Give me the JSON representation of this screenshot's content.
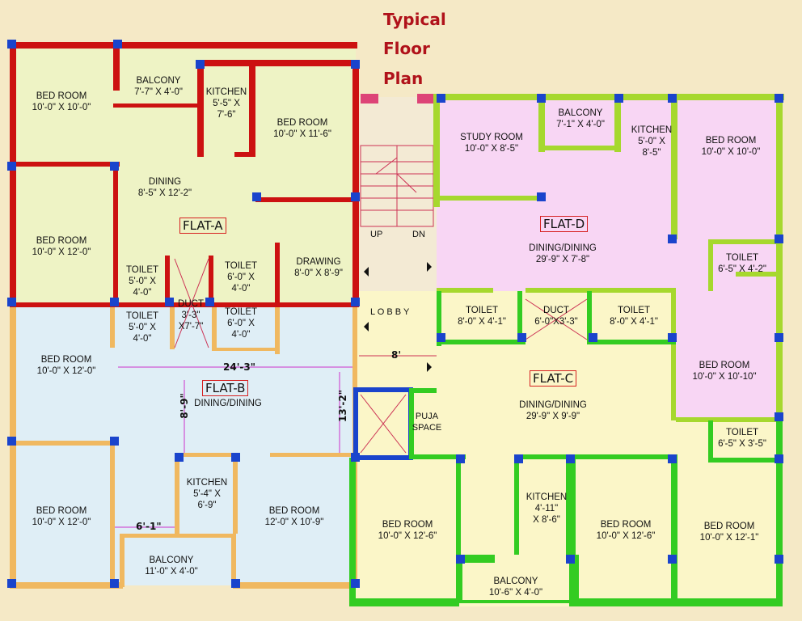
{
  "title": {
    "line1": "Typical",
    "line2": "Floor",
    "line3": "Plan"
  },
  "flats": {
    "a": "FLAT-A",
    "b": "FLAT-B",
    "c": "FLAT-C",
    "d": "FLAT-D"
  },
  "flat_a": {
    "bed1": "BED ROOM\n10'-0\" X 10'-0\"",
    "balcony": "BALCONY\n7'-7\" X 4'-0\"",
    "kitchen": "KITCHEN\n5'-5\" X\n7'-6\"",
    "bed2": "BED ROOM\n10'-0\" X 11'-6\"",
    "dining": "DINING\n8'-5\" X 12'-2\"",
    "bed3": "BED ROOM\n10'-0\" X 12'-0\"",
    "toilet1": "TOILET\n5'-0\" X\n4'-0\"",
    "toilet2": "TOILET\n6'-0\" X\n4'-0\"",
    "drawing": "DRAWING\n8'-0\" X 8'-9\""
  },
  "flat_b": {
    "toilet1": "TOILET\n5'-0\" X\n4'-0\"",
    "duct": "DUCT\n3'-3\"\nX7'-7\"",
    "toilet2": "TOILET\n6'-0\" X\n4'-0\"",
    "bed1": "BED ROOM\n10'-0\" X 12'-0\"",
    "dining": "DINING/DINING",
    "bed2": "BED ROOM\n10'-0\" X 12'-0\"",
    "kitchen": "KITCHEN\n5'-4\" X\n6'-9\"",
    "bed3": "BED ROOM\n12'-0\" X 10'-9\"",
    "balcony": "BALCONY\n11'-0\" X 4'-0\"",
    "dim_width": "24'-3\"",
    "dim_v1": "8'-9\"",
    "dim_v2": "13'-2\"",
    "dim_small": "6'-1\""
  },
  "core": {
    "up": "UP",
    "dn": "DN",
    "lobby": "L O B B Y",
    "lobby_dim": "8'",
    "puja": "PUJA\nSPACE"
  },
  "flat_d": {
    "study": "STUDY ROOM\n10'-0\" X 8'-5\"",
    "balcony": "BALCONY\n7'-1\" X 4'-0\"",
    "kitchen": "KITCHEN\n5'-0\" X\n8'-5\"",
    "bed1": "BED ROOM\n10'-0\" X 10'-0\"",
    "dining": "DINING/DINING\n29'-9\" X 7'-8\"",
    "toilet1": "TOILET\n6'-5\" X 4'-2\"",
    "bed2": "BED ROOM\n10'-0\" X 10'-10\"",
    "toilet2": "TOILET\n6'-5\" X 3'-5\""
  },
  "flat_c": {
    "toilet1": "TOILET\n8'-0\" X 4'-1\"",
    "duct": "DUCT\n6'-0\"X3'-3\"",
    "toilet2": "TOILET\n8'-0\" X 4'-1\"",
    "dining": "DINING/DINING\n29'-9\" X 9'-9\"",
    "kitchen": "KITCHEN\n4'-11\"\nX 8'-6\"",
    "bed1": "BED ROOM\n10'-0\" X 12'-6\"",
    "bed2": "BED ROOM\n10'-0\" X 12'-6\"",
    "bed3": "BED ROOM\n10'-0\" X 12'-1\"",
    "balcony": "BALCONY\n10'-6\" X 4'-0\""
  },
  "colors": {
    "background": "#f5e9c6",
    "flat_a_fill": "#eef3c5",
    "flat_a_wall": "#cc1111",
    "flat_b_fill": "#dfeef6",
    "flat_b_wall": "#f0b860",
    "flat_c_fill": "#fbf6c8",
    "flat_c_wall": "#33cc22",
    "flat_d_fill": "#f8d6f4",
    "flat_d_wall": "#a6d82e",
    "lobby_fill": "#f3ead4",
    "column": "#1a44cc",
    "title": "#b0121a"
  }
}
